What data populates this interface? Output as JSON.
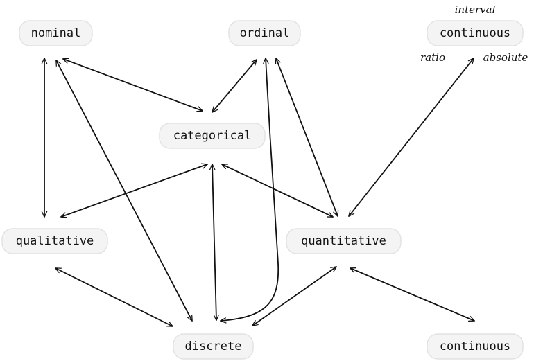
{
  "nodes": {
    "nominal": "nominal",
    "ordinal": "ordinal",
    "continuous_top": "continuous",
    "categorical": "categorical",
    "qualitative": "qualitative",
    "quantitative": "quantitative",
    "discrete": "discrete",
    "continuous_bottom": "continuous"
  },
  "annotations": {
    "interval": "interval",
    "ratio": "ratio",
    "absolute": "absolute"
  },
  "edges": [
    {
      "from": "nominal",
      "to": "qualitative",
      "direction": "both"
    },
    {
      "from": "nominal",
      "to": "categorical",
      "direction": "both"
    },
    {
      "from": "nominal",
      "to": "discrete",
      "direction": "both"
    },
    {
      "from": "ordinal",
      "to": "categorical",
      "direction": "both"
    },
    {
      "from": "ordinal",
      "to": "discrete",
      "direction": "both"
    },
    {
      "from": "ordinal",
      "to": "quantitative",
      "direction": "both"
    },
    {
      "from": "continuous_top",
      "to": "quantitative",
      "direction": "both"
    },
    {
      "from": "categorical",
      "to": "qualitative",
      "direction": "both"
    },
    {
      "from": "categorical",
      "to": "quantitative",
      "direction": "both"
    },
    {
      "from": "categorical",
      "to": "discrete",
      "direction": "both"
    },
    {
      "from": "qualitative",
      "to": "discrete",
      "direction": "both"
    },
    {
      "from": "quantitative",
      "to": "discrete",
      "direction": "both"
    },
    {
      "from": "quantitative",
      "to": "continuous_bottom",
      "direction": "both"
    }
  ]
}
